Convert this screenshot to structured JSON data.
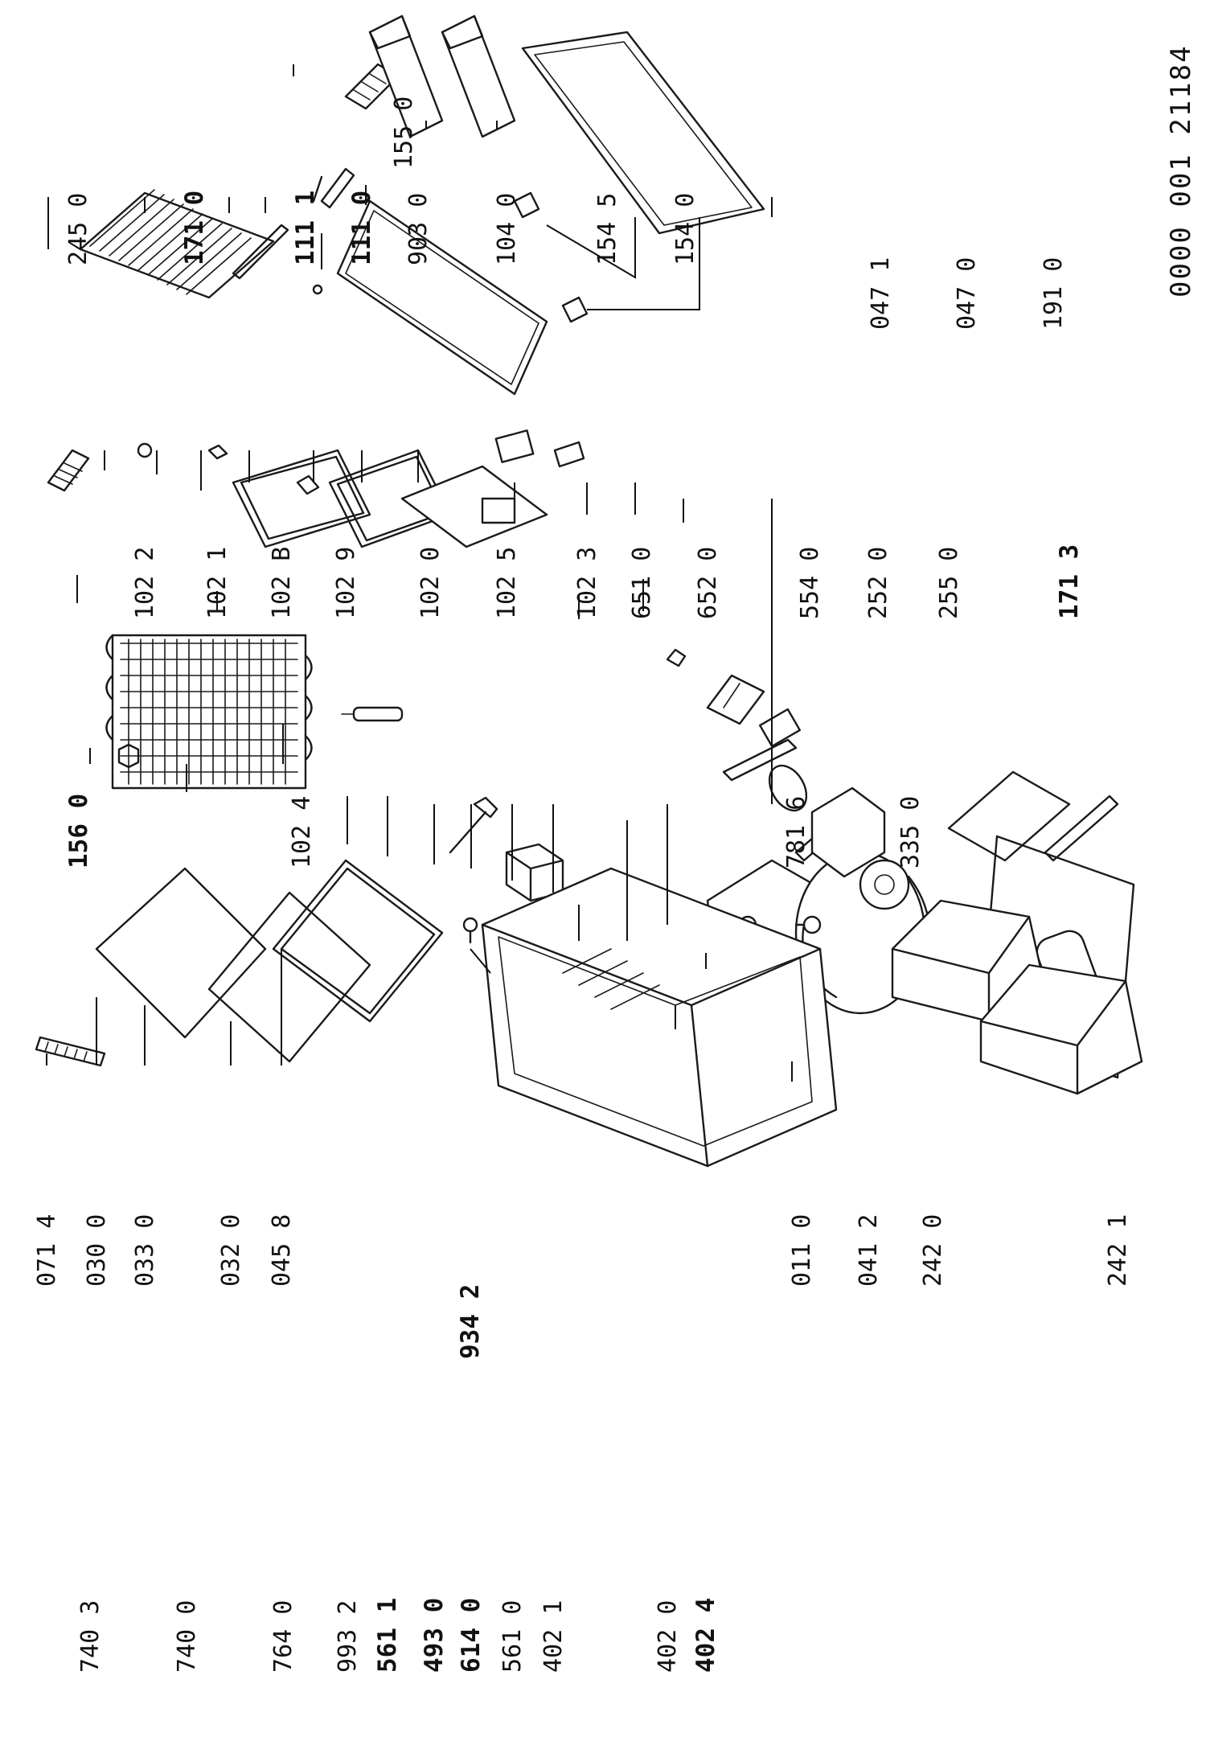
{
  "document_number": "0000 001 21184",
  "labels": {
    "p740_3": "740 3",
    "p740_0": "740 0",
    "p764_0": "764 0",
    "p993_2": "993 2",
    "p561_1": "561 1",
    "p493_0": "493 0",
    "p614_0": "614 0",
    "p561_0": "561 0",
    "p402_1": "402 1",
    "p402_0": "402 0",
    "p402_4": "402 4",
    "p934_2": "934 2",
    "p071_4": "071 4",
    "p030_0": "030 0",
    "p033_0": "033 0",
    "p032_0": "032 0",
    "p045_8": "045 8",
    "p011_0": "011 0",
    "p041_2": "041 2",
    "p242_0": "242 0",
    "p242_1": "242 1",
    "p156_0": "156 0",
    "p102_4": "102 4",
    "p102_2": "102 2",
    "p102_1": "102 1",
    "p102_8": "102 B",
    "p102_9": "102 9",
    "p102_0": "102 0",
    "p102_5": "102 5",
    "p102_3": "102 3",
    "p651_0": "651 0",
    "p652_0": "652 0",
    "p554_0": "554 0",
    "p252_0": "252 0",
    "p255_0": "255 0",
    "p171_3": "171 3",
    "p781_6": "781 6",
    "p335_0": "335 0",
    "p245_0": "245 0",
    "p171_0": "171 0",
    "p111_1": "111 1",
    "p111_0": "111 0",
    "p903_0": "903 0",
    "p104_0": "104 0",
    "p155_0": "155 0",
    "p154_5": "154 5",
    "p154_0": "154 0",
    "p191_0": "191 0",
    "p047_1": "047 1",
    "p047_0": "047 0"
  }
}
